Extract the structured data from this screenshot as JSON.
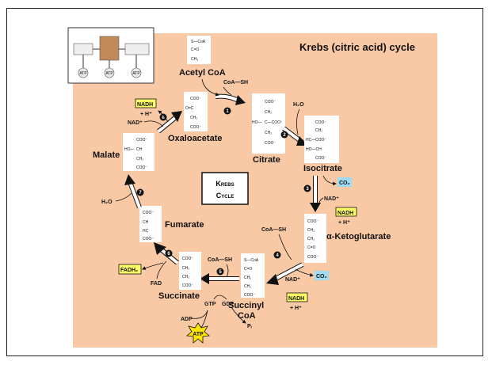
{
  "title": "Krebs (citric acid) cycle",
  "center_box": {
    "line1": "Krebs",
    "line2": "Cycle"
  },
  "molecules": {
    "acetyl_coa": "Acetyl CoA",
    "citrate": "Citrate",
    "isocitrate": "Isocitrate",
    "alpha_ketoglutarate": "α-Ketoglutarate",
    "succinyl_coa_1": "Succinyl",
    "succinyl_coa_2": "CoA",
    "succinate": "Succinate",
    "fumarate": "Fumarate",
    "malate": "Malate",
    "oxaloacetate": "Oxaloacetate"
  },
  "cofactors": {
    "coa_sh_1": "CoA—SH",
    "coa_sh_2": "CoA—SH",
    "coa_sh_3": "CoA—SH",
    "h2o_1": "H₂O",
    "h2o_2": "H₂O",
    "co2_1": "CO₂",
    "co2_2": "CO₂",
    "nad_1": "NAD⁺",
    "nad_2": "NAD⁺",
    "nad_3": "NAD⁺",
    "nadh_1": "NADH",
    "nadh_2": "NADH",
    "nadh_3": "NADH",
    "hplus_1": "+ H⁺",
    "hplus_2": "+ H⁺",
    "hplus_3": "+ H⁺",
    "fad": "FAD",
    "fadh2": "FADH₂",
    "gtp": "GTP",
    "gdp": "GDP",
    "adp": "ADP",
    "atp": "ATP",
    "pi": "Pᵢ"
  },
  "steps": [
    "1",
    "2",
    "3",
    "4",
    "5",
    "6",
    "7",
    "8"
  ],
  "inset": {
    "atp_1": "ATP",
    "atp_2": "ATP",
    "atp_3": "ATP"
  },
  "colors": {
    "background_panel": "#f9c9a6",
    "nadh_box": "#ffff66",
    "co2_box": "#9fdcf2",
    "atp_star": "#ffe600",
    "carbon_pink": "#d6338f",
    "carbon_blue": "#1e90ff"
  }
}
